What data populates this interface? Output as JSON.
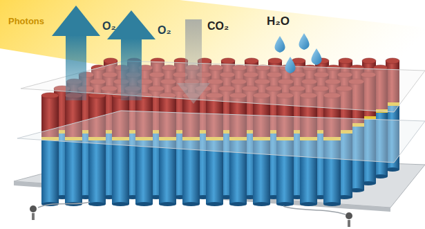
{
  "diagram": {
    "labels": [
      "Photons",
      "O₂",
      "O₂",
      "CO₂",
      "H₂O"
    ]
  }
}
